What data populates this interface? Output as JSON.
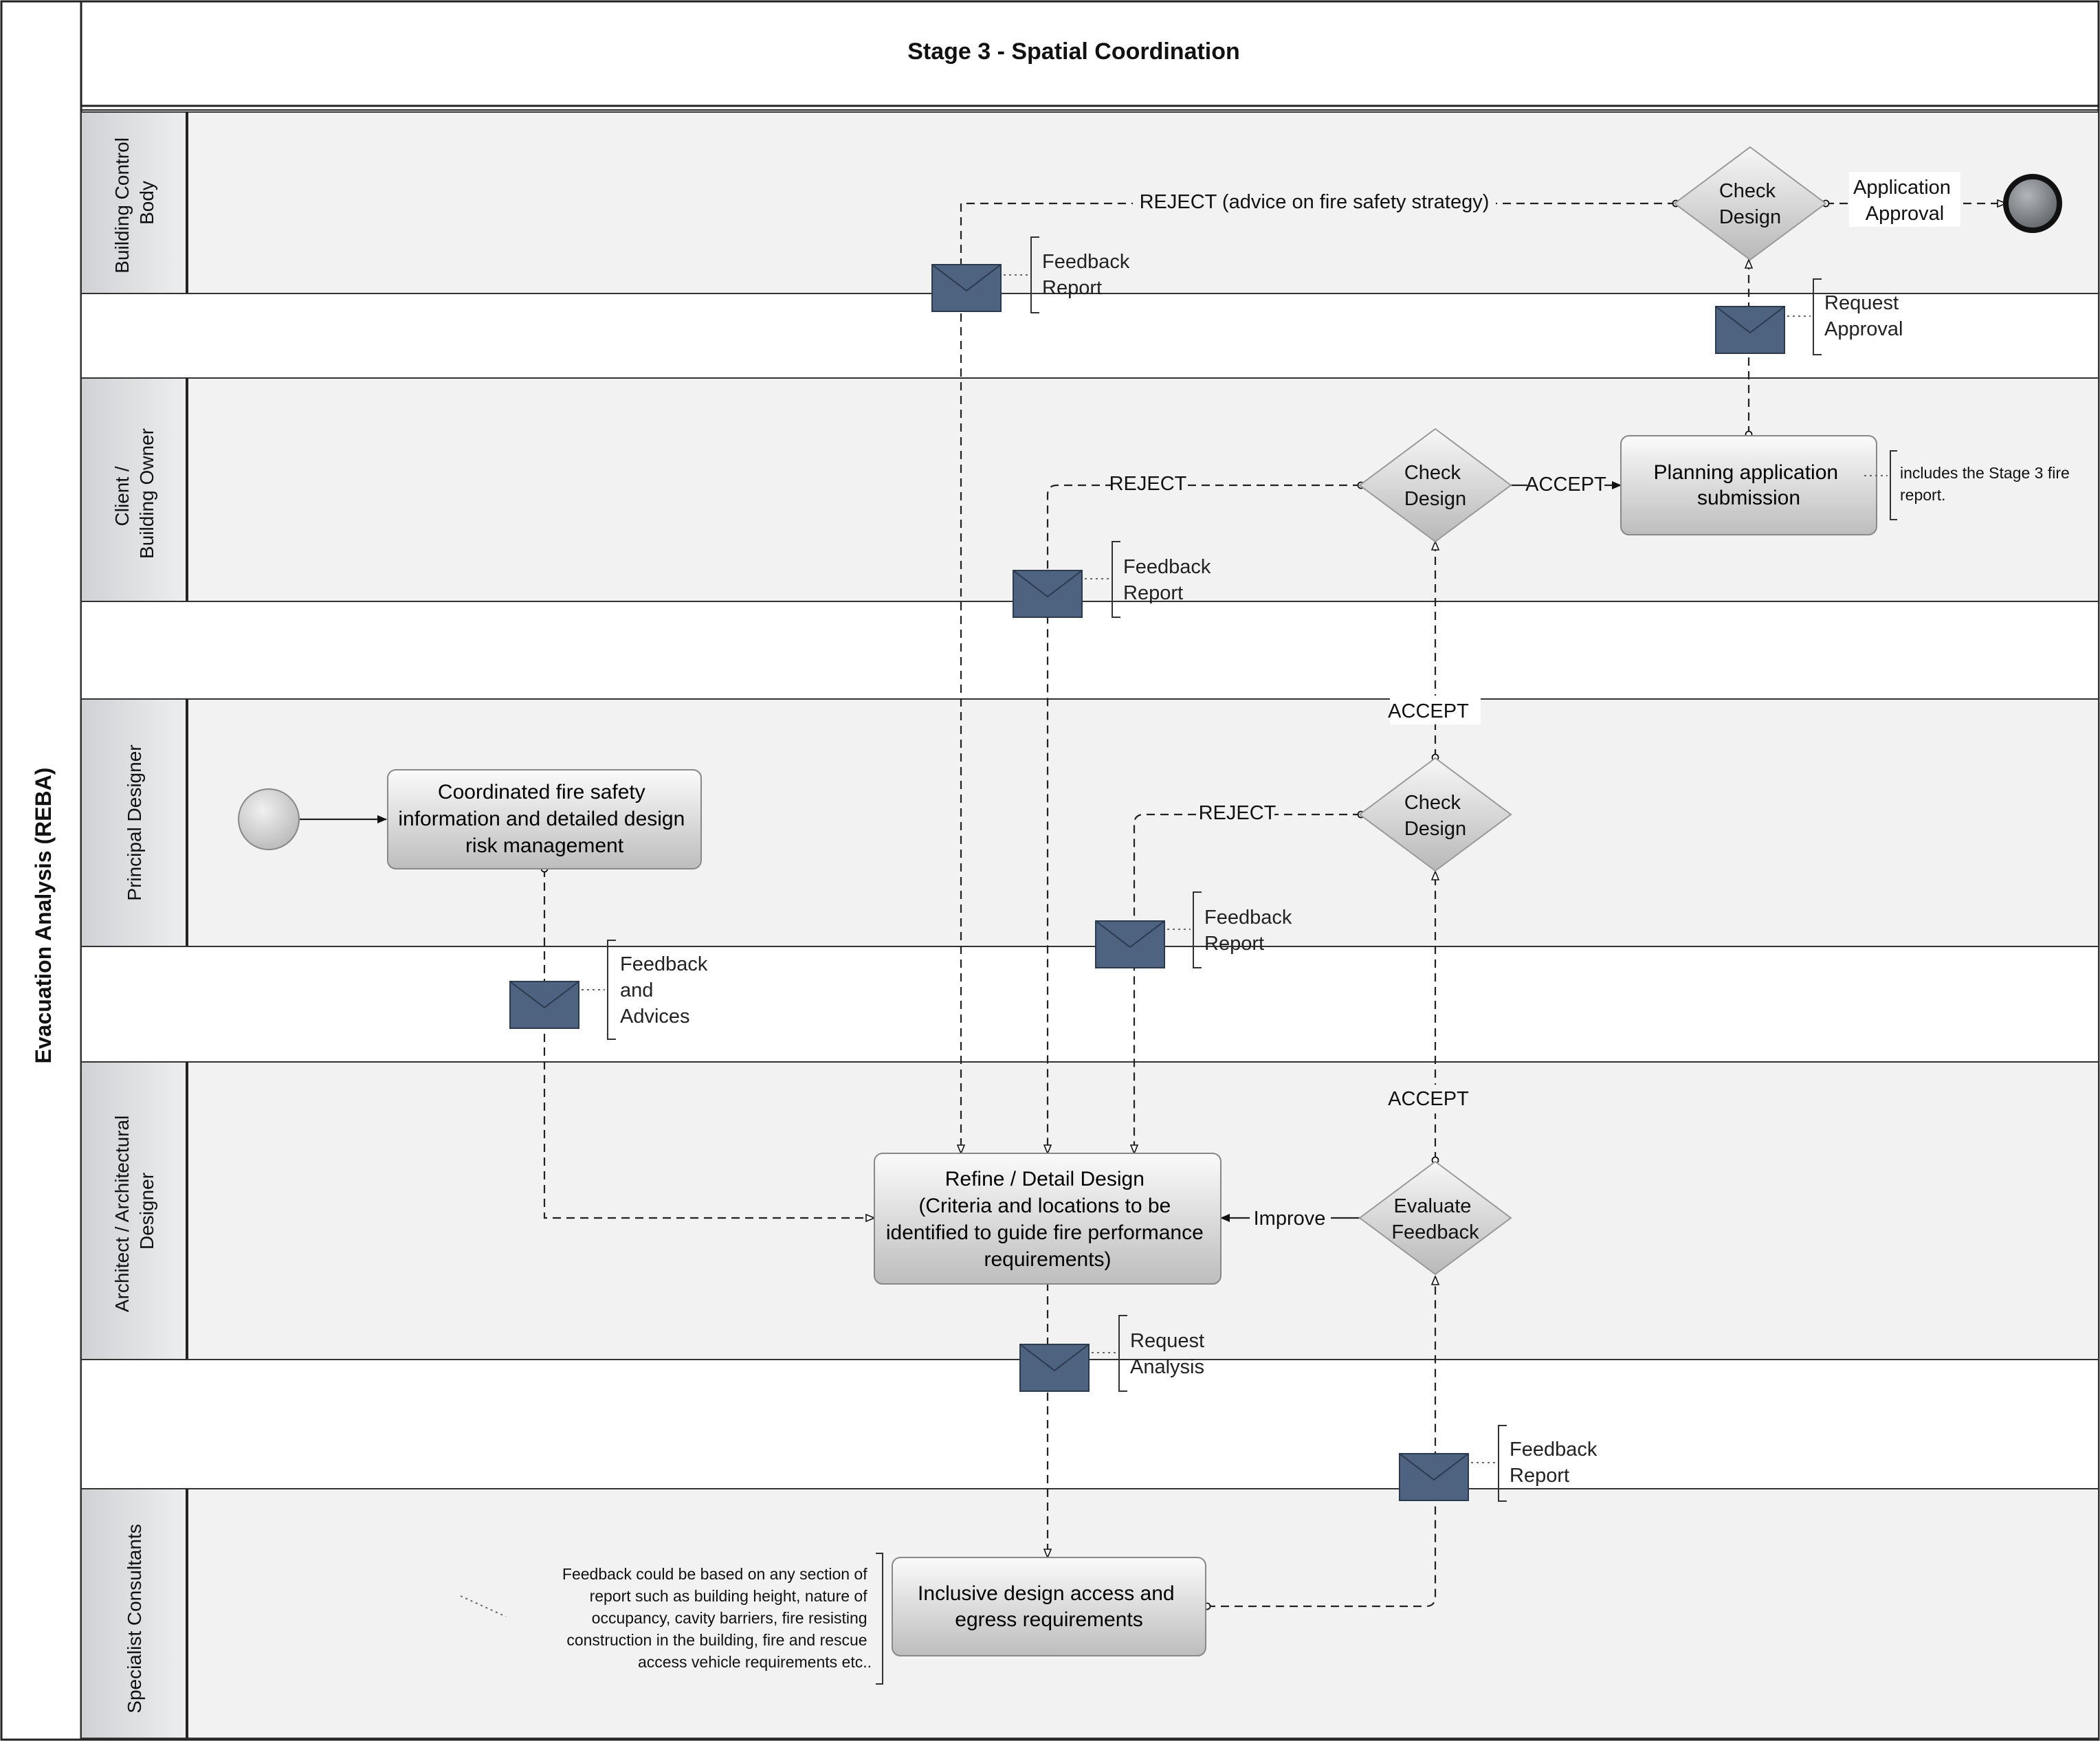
{
  "diagram": {
    "title": "Stage 3 - Spatial Coordination",
    "pool": "Evacuation Analysis (REBA)",
    "lanes": [
      {
        "id": "bcb",
        "label": [
          "Building Control",
          "Body"
        ]
      },
      {
        "id": "client",
        "label": [
          "Client /",
          "Building Owner"
        ]
      },
      {
        "id": "pd",
        "label": [
          "Principal Designer"
        ]
      },
      {
        "id": "arch",
        "label": [
          "Architect / Architectural",
          "Designer"
        ]
      },
      {
        "id": "spec",
        "label": [
          "Specialist Consultants"
        ]
      }
    ],
    "tasks": {
      "coordinated": [
        "Coordinated fire safety",
        "information and detailed design",
        "risk management"
      ],
      "refine": [
        "Refine / Detail Design",
        "(Criteria and locations to be",
        "identified to guide fire performance",
        "requirements)"
      ],
      "planning": [
        "Planning application",
        "submission"
      ],
      "inclusive": [
        "Inclusive design access and",
        "egress requirements"
      ]
    },
    "gateways": {
      "check_bcb": [
        "Check",
        "Design"
      ],
      "check_client": [
        "Check",
        "Design"
      ],
      "check_pd": [
        "Check",
        "Design"
      ],
      "evaluate": [
        "Evaluate",
        "Feedback"
      ]
    },
    "flow_labels": {
      "reject_bcb": "REJECT (advice on fire safety strategy)",
      "app_approval": [
        "Application",
        "Approval"
      ],
      "reject_client": "REJECT",
      "accept_client": "ACCEPT",
      "accept_mid": "ACCEPT",
      "reject_pd": "REJECT",
      "accept_low": "ACCEPT",
      "improve": "Improve"
    },
    "messages": {
      "fb_bcb": [
        "Feedback",
        "Report"
      ],
      "req_approval": [
        "Request",
        "Approval"
      ],
      "fb_client": [
        "Feedback",
        "Report"
      ],
      "fb_pd": [
        "Feedback",
        "Report"
      ],
      "fb_advices": [
        "Feedback",
        "and",
        "Advices"
      ],
      "req_analysis": [
        "Request",
        "Analysis"
      ],
      "fb_spec": [
        "Feedback",
        "Report"
      ]
    },
    "annotations": {
      "stage3": [
        "includes the Stage 3 fire",
        "report."
      ],
      "feedback_note": [
        "Feedback could be based on any section of",
        "report such as building height, nature of",
        "occupancy, cavity barriers, fire resisting",
        "construction in the building, fire and rescue",
        "access vehicle requirements etc.."
      ]
    },
    "colors": {
      "lane_fill": "#f2f2f2",
      "header_fill": "#d7d9dc",
      "envelope": "#4d6380",
      "line": "#222222"
    }
  }
}
